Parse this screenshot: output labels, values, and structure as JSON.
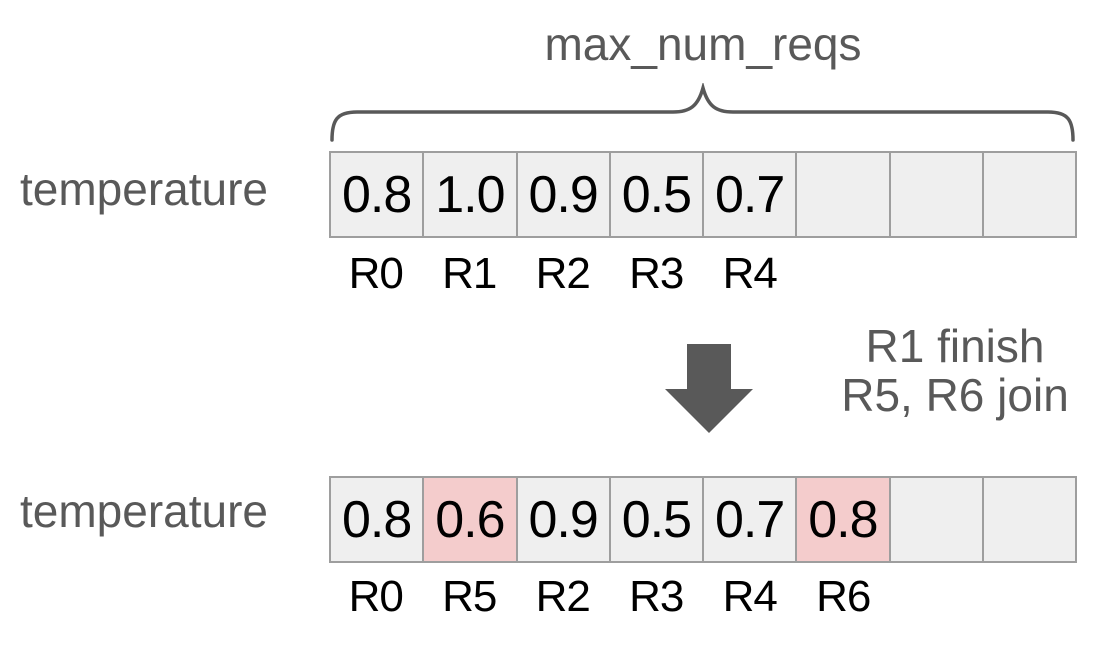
{
  "colors": {
    "background": "#ffffff",
    "label_gray": "#595959",
    "cell_fill": "#efefef",
    "cell_border": "#9e9e9e",
    "highlight_fill": "#f4cccc",
    "arrow_gray": "#595959",
    "value_black": "#000000"
  },
  "brace_label": "max_num_reqs",
  "row_label": "temperature",
  "arrays": {
    "before": {
      "cells": [
        "0.8",
        "1.0",
        "0.9",
        "0.5",
        "0.7",
        "",
        "",
        ""
      ],
      "labels": [
        "R0",
        "R1",
        "R2",
        "R3",
        "R4",
        "",
        "",
        ""
      ],
      "highlighted": []
    },
    "after": {
      "cells": [
        "0.8",
        "0.6",
        "0.9",
        "0.5",
        "0.7",
        "0.8",
        "",
        ""
      ],
      "labels": [
        "R0",
        "R5",
        "R2",
        "R3",
        "R4",
        "R6",
        "",
        ""
      ],
      "highlighted": [
        1,
        5
      ]
    }
  },
  "transition": {
    "arrow_icon": "down-arrow",
    "lines": [
      "R1 finish",
      "R5, R6 join"
    ]
  }
}
